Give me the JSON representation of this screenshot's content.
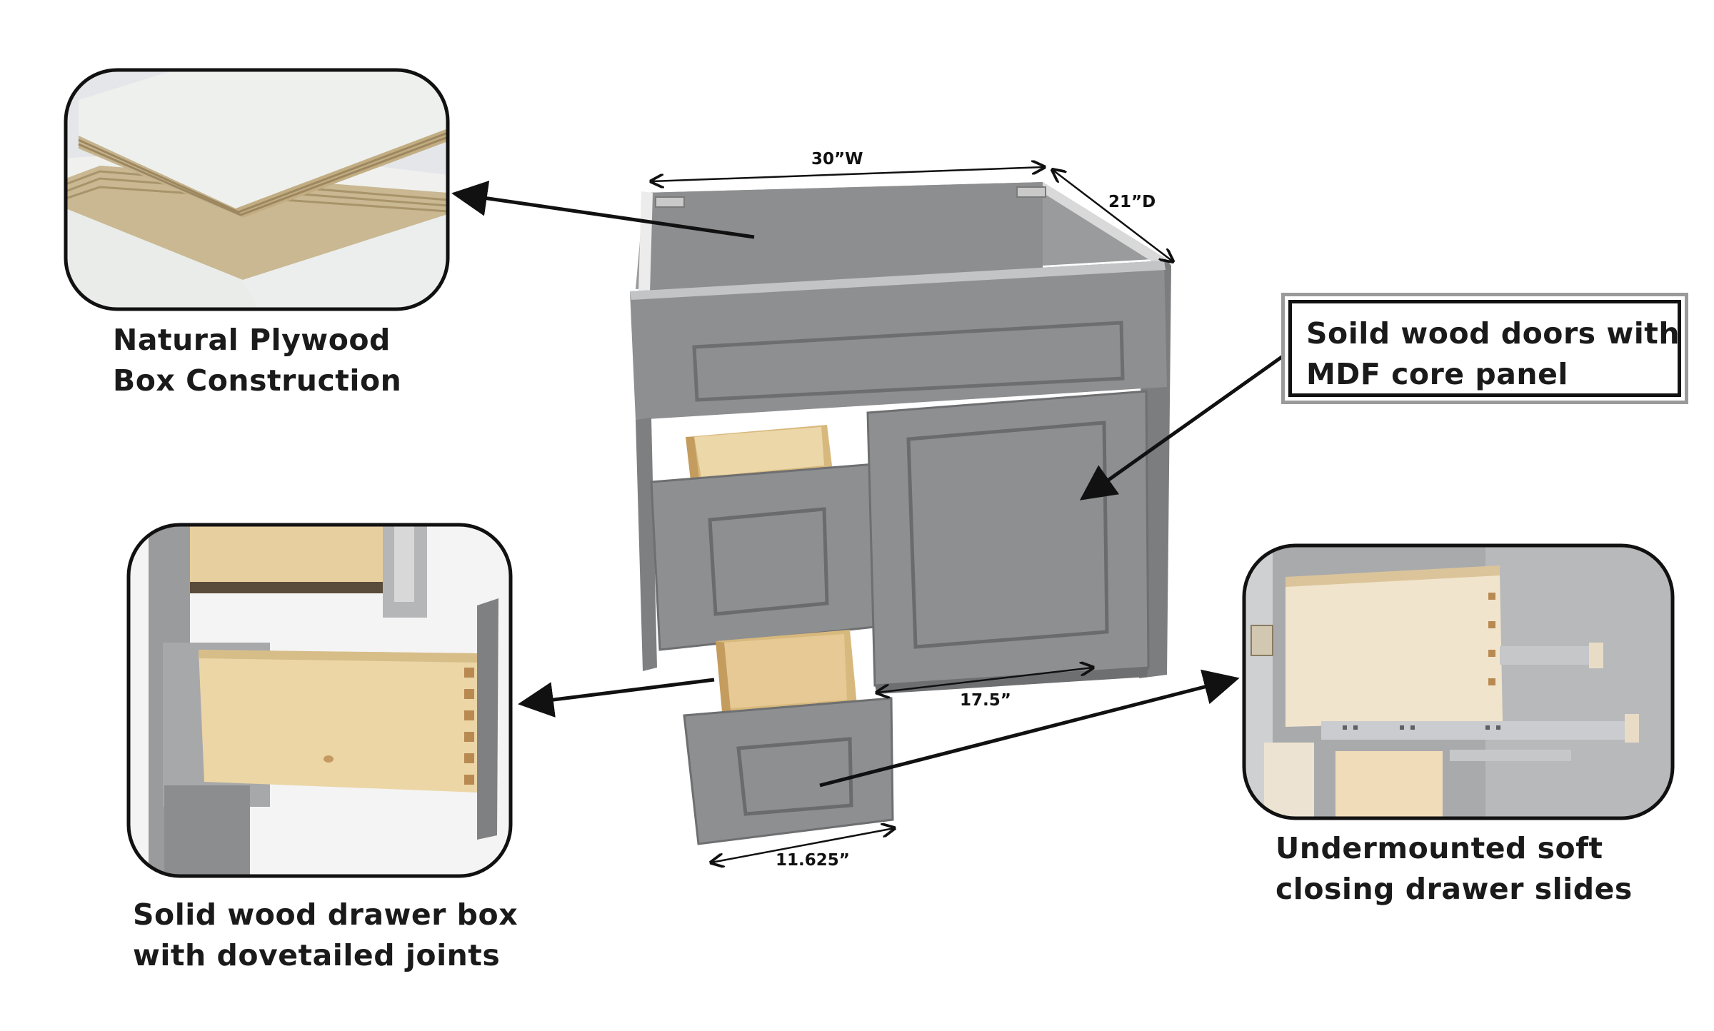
{
  "dimensions": {
    "width": "30”W",
    "depth": "21”D",
    "door_width": "17.5”",
    "drawer_width": "11.625”"
  },
  "callouts": {
    "plywood": {
      "line1": "Natural Plywood",
      "line2": "Box Construction"
    },
    "doors": {
      "line1": "Soild wood doors with",
      "line2": "MDF core panel"
    },
    "drawer_box": {
      "line1": "Solid wood drawer box",
      "line2": "with dovetailed joints"
    },
    "slides": {
      "line1": "Undermounted soft",
      "line2": "closing drawer slides"
    }
  },
  "colors": {
    "cabinet_gray": "#8e8f91",
    "cabinet_dark": "#77787a",
    "wood": "#e7cf9f",
    "plywood_face": "#e9ebe8",
    "outline": "#111111"
  }
}
